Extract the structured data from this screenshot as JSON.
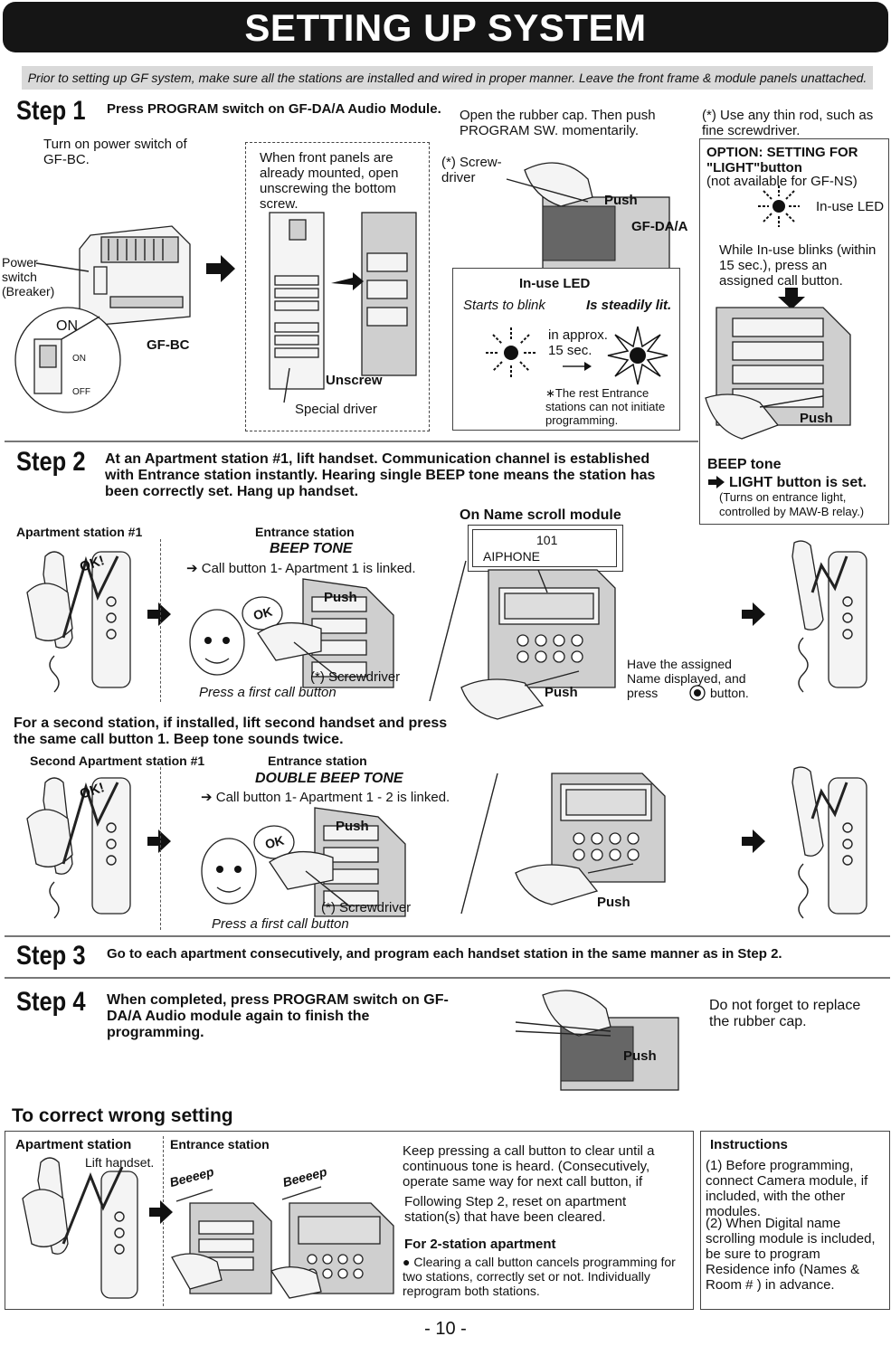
{
  "title": "SETTING UP SYSTEM",
  "intro": "Prior to setting up GF system, make sure all the stations are installed and wired in proper manner.  Leave the front frame & module panels unattached.",
  "step1": {
    "label": "Step 1",
    "heading": "Press PROGRAM switch on GF-DA/A Audio Module.",
    "turn_on": "Turn on power switch of GF-BC.",
    "power_switch": "Power switch (Breaker)",
    "on_big": "ON",
    "on_small": "ON",
    "off_small": "OFF",
    "gfbc": "GF-BC",
    "panels_note": "When front panels are already mounted, open unscrewing the bottom screw.",
    "unscrew": "Unscrew",
    "special_driver": "Special driver",
    "open_cap": "Open the rubber cap. Then push PROGRAM SW. momentarily.",
    "screwdriver": "(*) Screw-driver",
    "push": "Push",
    "gfda": "GF-DA/A",
    "thin_rod": "(*) Use any thin rod, such as fine screwdriver.",
    "led_title": "In-use LED",
    "starts_blink": "Starts to blink",
    "steady": "Is steadily lit.",
    "approx": "in approx. 15 sec.",
    "rest_note": "∗The rest Entrance stations can not initiate programming."
  },
  "option": {
    "title": "OPTION: SETTING FOR \"LIGHT\"button",
    "subtitle": "(not available for GF-NS)",
    "inuse_led": "In-use LED",
    "while_blink": "While In-use blinks (within 15 sec.), press an assigned call button.",
    "push": "Push",
    "beep_title": "BEEP tone",
    "light_set": "LIGHT button is set.",
    "light_note": "(Turns on entrance light, controlled by MAW-B relay.)"
  },
  "step2": {
    "label": "Step 2",
    "heading": "At an Apartment station #1, lift handset. Communication channel is established with Entrance station instantly. Hearing single BEEP tone means the station has been correctly set. Hang up handset.",
    "apt1": "Apartment station #1",
    "entrance": "Entrance station",
    "beep_tone": "BEEP TONE",
    "linked1": "Call button 1- Apartment 1 is linked.",
    "ok": "OK!",
    "ok_face": "OK",
    "push": "Push",
    "screwdriver": "(*) Screwdriver",
    "press_first": "Press a first call button",
    "name_scroll": "On Name scroll module",
    "display_num": "101",
    "display_name": "AIPHONE",
    "have_assigned": "Have the assigned Name displayed, and press",
    "button_word": "button.",
    "second_heading": "For a second station, if installed, lift second handset and press the same call button 1. Beep tone sounds twice.",
    "second_apt": "Second Apartment station #1",
    "double_beep": "DOUBLE BEEP TONE",
    "linked2": "Call button 1- Apartment 1 - 2 is linked."
  },
  "step3": {
    "label": "Step 3",
    "heading": "Go to each apartment consecutively, and program each handset station in the same manner as in Step 2."
  },
  "step4": {
    "label": "Step 4",
    "heading": "When completed, press PROGRAM switch on GF-DA/A Audio module again to finish the programming.",
    "push": "Push",
    "forget": "Do not forget to replace the rubber cap."
  },
  "correct": {
    "title": "To correct wrong setting",
    "apt": "Apartment station",
    "lift": "Lift handset.",
    "entrance": "Entrance station",
    "beeeep": "Beeeep",
    "keep_pressing": "Keep pressing a call button to clear until a continuous tone is heard. (Consecutively, operate same way for next call button, if",
    "following": "Following Step 2, reset on apartment station(s) that have been cleared.",
    "two_station_title": "For 2-station apartment",
    "two_station_text": "Clearing a call button cancels programming for two stations, correctly set or not. Individually reprogram both stations."
  },
  "instructions": {
    "title": "Instructions",
    "item1": "(1) Before programming, connect Camera module, if included, with the other modules.",
    "item2": "(2) When Digital name scrolling module is included, be sure to program Residence info (Names & Room # ) in advance."
  },
  "page_number": "- 10 -"
}
